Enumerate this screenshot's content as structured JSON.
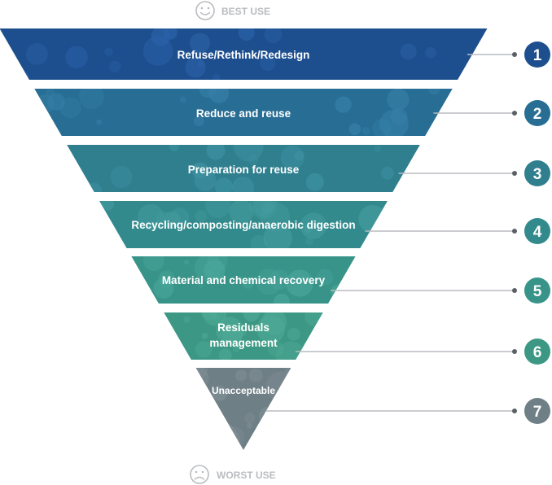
{
  "top_label": "BEST USE",
  "bottom_label": "WORST USE",
  "tiers": [
    {
      "number": "1",
      "lines": [
        "Refuse/Rethink/Redesign"
      ],
      "color": "#1d4f8f",
      "accent": "#2b62a8"
    },
    {
      "number": "2",
      "lines": [
        "Reduce and reuse"
      ],
      "color": "#276d94",
      "accent": "#3880a8"
    },
    {
      "number": "3",
      "lines": [
        "Preparation for reuse"
      ],
      "color": "#2f7f8f",
      "accent": "#3f92a2"
    },
    {
      "number": "4",
      "lines": [
        "Recycling/composting/anaerobic digestion"
      ],
      "color": "#338a8d",
      "accent": "#449c9f"
    },
    {
      "number": "5",
      "lines": [
        "Material and chemical recovery"
      ],
      "color": "#389489",
      "accent": "#4aa69b"
    },
    {
      "number": "6",
      "lines": [
        "Residuals",
        "management"
      ],
      "color": "#3c9884",
      "accent": "#4eaa96"
    },
    {
      "number": "7",
      "lines": [
        "Unacceptable"
      ],
      "color": "#6f7f86",
      "accent": "#808f96"
    }
  ],
  "colors": {
    "connector": "#b9bcc0",
    "end_label": "#b9bcc0"
  },
  "icons": {
    "top": "smile-face-icon",
    "bottom": "frown-face-icon"
  }
}
